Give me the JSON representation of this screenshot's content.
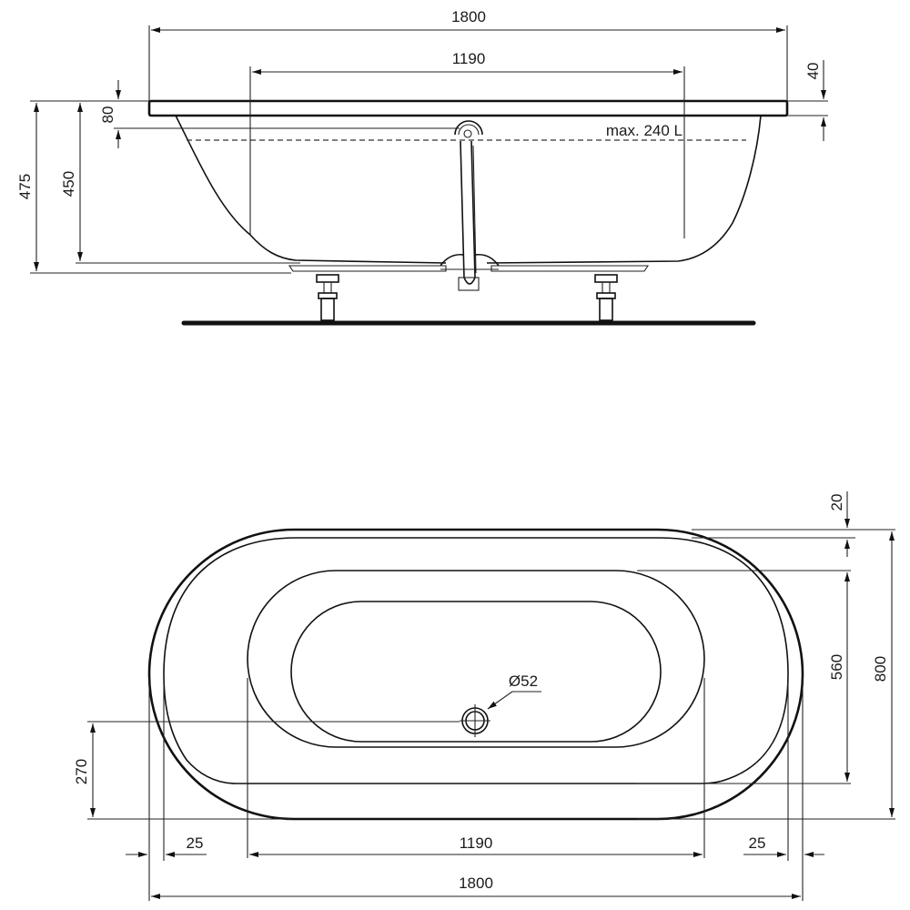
{
  "side_view": {
    "overall_length": "1800",
    "inner_length": "1190",
    "rim_thickness": "40",
    "overflow_depth": "80",
    "inner_depth": "450",
    "total_height": "475",
    "capacity_label": "max. 240 L"
  },
  "top_view": {
    "rim_width": "20",
    "inner_width": "560",
    "overall_width": "800",
    "drain_offset": "270",
    "drain_diameter": "Ø52",
    "left_rim_offset": "25",
    "right_rim_offset": "25",
    "inner_length": "1190",
    "overall_length": "1800"
  },
  "colors": {
    "line": "#111111",
    "background": "#ffffff"
  }
}
